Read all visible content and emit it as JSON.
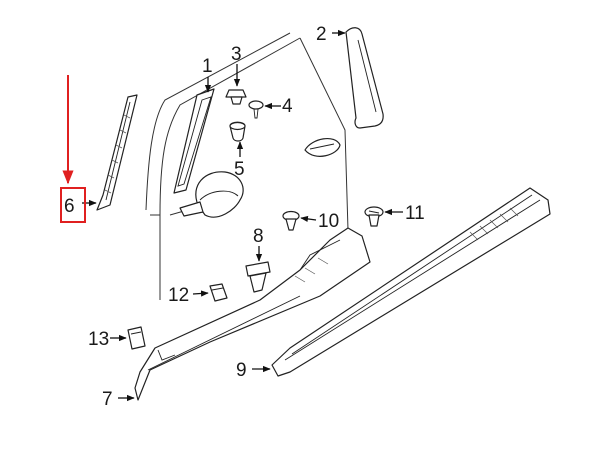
{
  "diagram": {
    "callouts": [
      {
        "id": "1",
        "label": "1"
      },
      {
        "id": "2",
        "label": "2"
      },
      {
        "id": "3",
        "label": "3"
      },
      {
        "id": "4",
        "label": "4"
      },
      {
        "id": "5",
        "label": "5"
      },
      {
        "id": "6",
        "label": "6"
      },
      {
        "id": "7",
        "label": "7"
      },
      {
        "id": "8",
        "label": "8"
      },
      {
        "id": "9",
        "label": "9"
      },
      {
        "id": "10",
        "label": "10"
      },
      {
        "id": "11",
        "label": "11"
      },
      {
        "id": "12",
        "label": "12"
      },
      {
        "id": "13",
        "label": "13"
      }
    ],
    "highlight": {
      "callout": "6",
      "color": "#e02020"
    }
  }
}
